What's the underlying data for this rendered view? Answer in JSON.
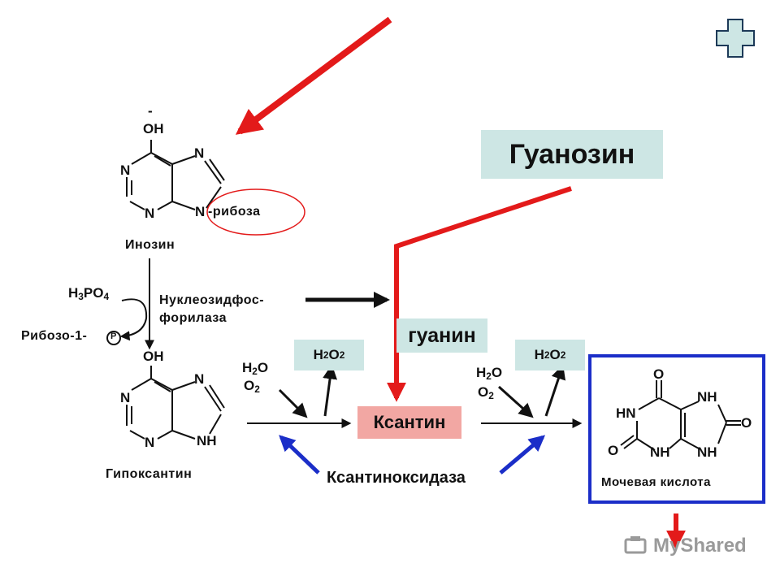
{
  "colors": {
    "red": "#e31a1a",
    "blue": "#1b2ec8",
    "teal_box": "#cde6e4",
    "pink_box": "#f2a7a3"
  },
  "icons": [
    "plus-cross-icon",
    "myshared-logo-icon"
  ],
  "inosine": {
    "minus": "-",
    "oh": "OH",
    "n1": "N",
    "n3": "N",
    "n7": "N",
    "n9": "N",
    "ribose": "-рибоза",
    "name": "Инозин"
  },
  "phosphorylase": {
    "reagent_h": "H",
    "reagent_3": "3",
    "reagent_po": "PO",
    "reagent_4": "4",
    "enzyme_line1": "Нуклеозидфос-",
    "enzyme_line2": "форилаза",
    "product": "Рибозо-1-",
    "product_p": "P"
  },
  "hypoxanthine": {
    "oh": "OH",
    "n1": "N",
    "n3": "N",
    "n7": "N",
    "nh": "NH",
    "name": "Гипоксантин"
  },
  "guanosine": "Гуанозин",
  "guanine": "гуанин",
  "xanthine": "Ксантин",
  "xanthine_oxidase": "Ксантиноксидаза",
  "step1": {
    "h2o_h": "H",
    "h2o_2": "2",
    "h2o_o": "O",
    "o2_o": "O",
    "o2_2": "2",
    "h2o2_h": "H",
    "h2o2_2a": "2",
    "h2o2_o": "O",
    "h2o2_2b": "2"
  },
  "step2": {
    "h2o_h": "H",
    "h2o_2": "2",
    "h2o_o": "O",
    "o2_o": "O",
    "o2_2": "2",
    "h2o2_h": "H",
    "h2o2_2a": "2",
    "h2o2_o": "O",
    "h2o2_2b": "2"
  },
  "uric_acid": {
    "o_top": "O",
    "nh_top": "NH",
    "hn_left": "HN",
    "o_right": "O",
    "o_left": "O",
    "nh_bottom1": "NH",
    "nh_bottom2": "NH",
    "name": "Мочевая кислота"
  },
  "watermark": "MyShared"
}
